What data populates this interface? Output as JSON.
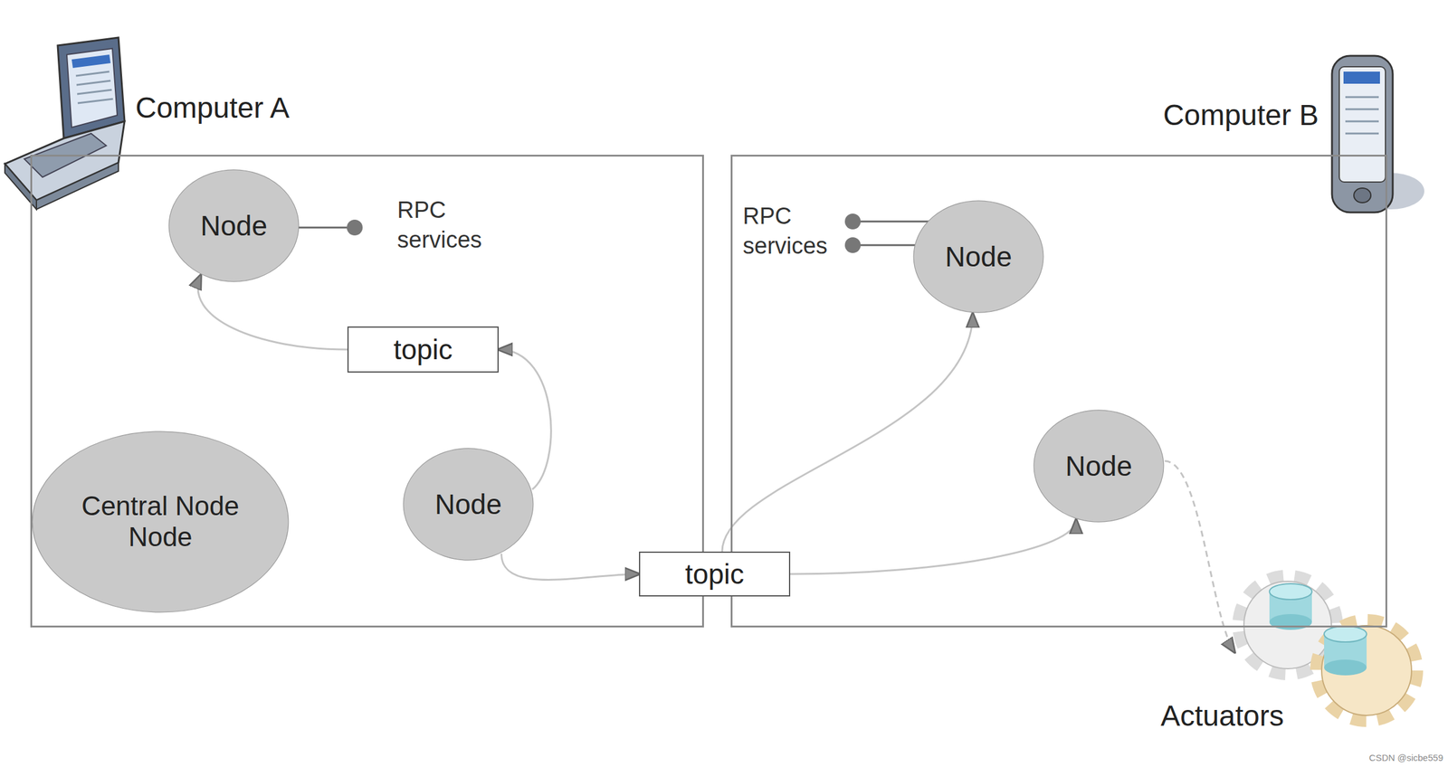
{
  "diagram": {
    "nodes": [
      {
        "text": [
          "Computer A"
        ]
      },
      {
        "text": [
          "Computer B"
        ]
      },
      {
        "text": [
          "Node"
        ],
        "in": 0
      },
      {
        "text": [
          "topic"
        ],
        "in": 0
      },
      {
        "text": [
          "Central Node Node"
        ],
        "in": 0
      },
      {
        "text": [
          "Node"
        ],
        "in": 0
      },
      {
        "text": [
          "topic"
        ]
      },
      {
        "text": [
          "Node"
        ],
        "in": 1
      },
      {
        "text": [
          "Node"
        ],
        "in": 1
      },
      {
        "text": [
          "Actuators"
        ]
      }
    ],
    "edges": [
      {
        "from": 5,
        "to": 3,
        "arrow": "to"
      },
      {
        "from": 3,
        "to": 2,
        "arrow": "to"
      },
      {
        "from": 5,
        "to": 6,
        "arrow": "to"
      },
      {
        "from": 6,
        "to": 7,
        "arrow": "to"
      },
      {
        "from": 6,
        "to": 8,
        "arrow": "to"
      },
      {
        "from": 8,
        "to": 9,
        "arrow": "to"
      }
    ],
    "labels": [
      "RPC services",
      "RPC services",
      "CSDN @sicbe559"
    ]
  }
}
